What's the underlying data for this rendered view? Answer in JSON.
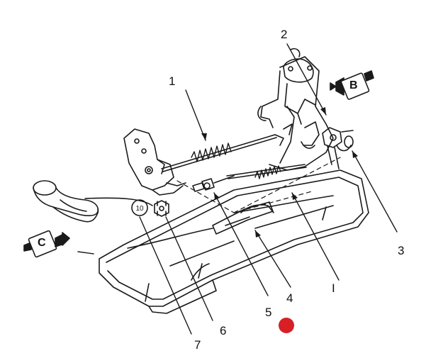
{
  "callouts": {
    "c1": "1",
    "c2": "2",
    "c3": "3",
    "c4": "4",
    "c5": "5",
    "c6": "6",
    "c7": "7",
    "cI": "I"
  },
  "view_tags": {
    "b": "B",
    "c": "C"
  },
  "nut_mark": "10",
  "colors": {
    "line": "#1a1a1a",
    "marker": "#d81f26"
  }
}
